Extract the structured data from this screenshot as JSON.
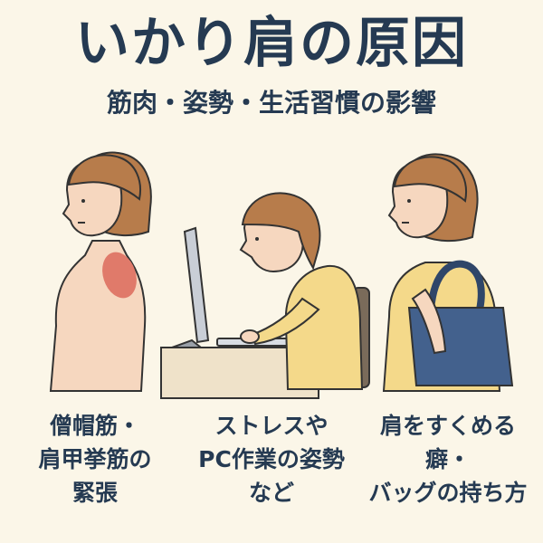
{
  "title": "いかり肩の原因",
  "subtitle": "筋肉・姿勢・生活習慣の影響",
  "captions": [
    {
      "lines": [
        "僧帽筋・",
        "肩甲挙筋の",
        "緊張"
      ],
      "icon": "tense-trapezius-figure"
    },
    {
      "lines": [
        "ストレスや",
        "PC作業の姿勢",
        "など"
      ],
      "icon": "woman-at-computer-figure"
    },
    {
      "lines": [
        "肩をすくめる",
        "癖・",
        "バッグの持ち方"
      ],
      "icon": "woman-carrying-bag-figure"
    }
  ],
  "colors": {
    "background": "#fbf6e8",
    "text": "#253a52",
    "skin": "#f6d7bf",
    "hair": "#b77c4b",
    "shirt": "#f4d98a",
    "bag": "#43618d",
    "muscle": "#e07a6a"
  }
}
